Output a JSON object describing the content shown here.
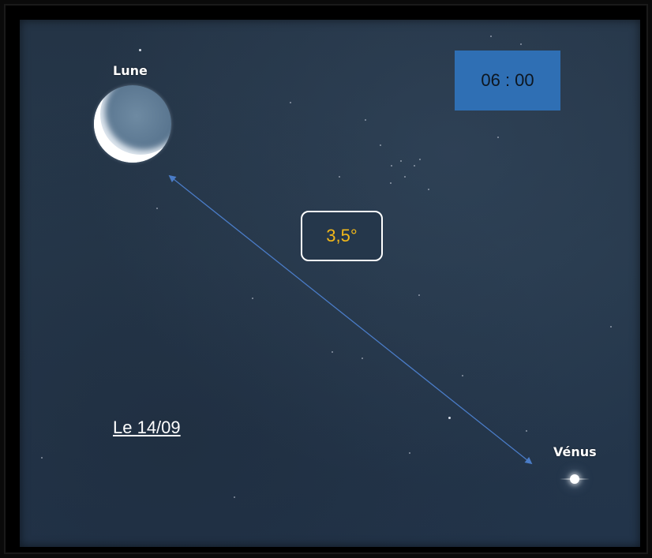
{
  "labels": {
    "moon": "Lune",
    "venus": "Vénus"
  },
  "time": "06 : 00",
  "angle": "3,5°",
  "date": "Le 14/09",
  "colors": {
    "sky": "#243446",
    "time_box": "#2f6fb4",
    "angle_text": "#f2b81a",
    "arrow": "#4a7cc7"
  }
}
